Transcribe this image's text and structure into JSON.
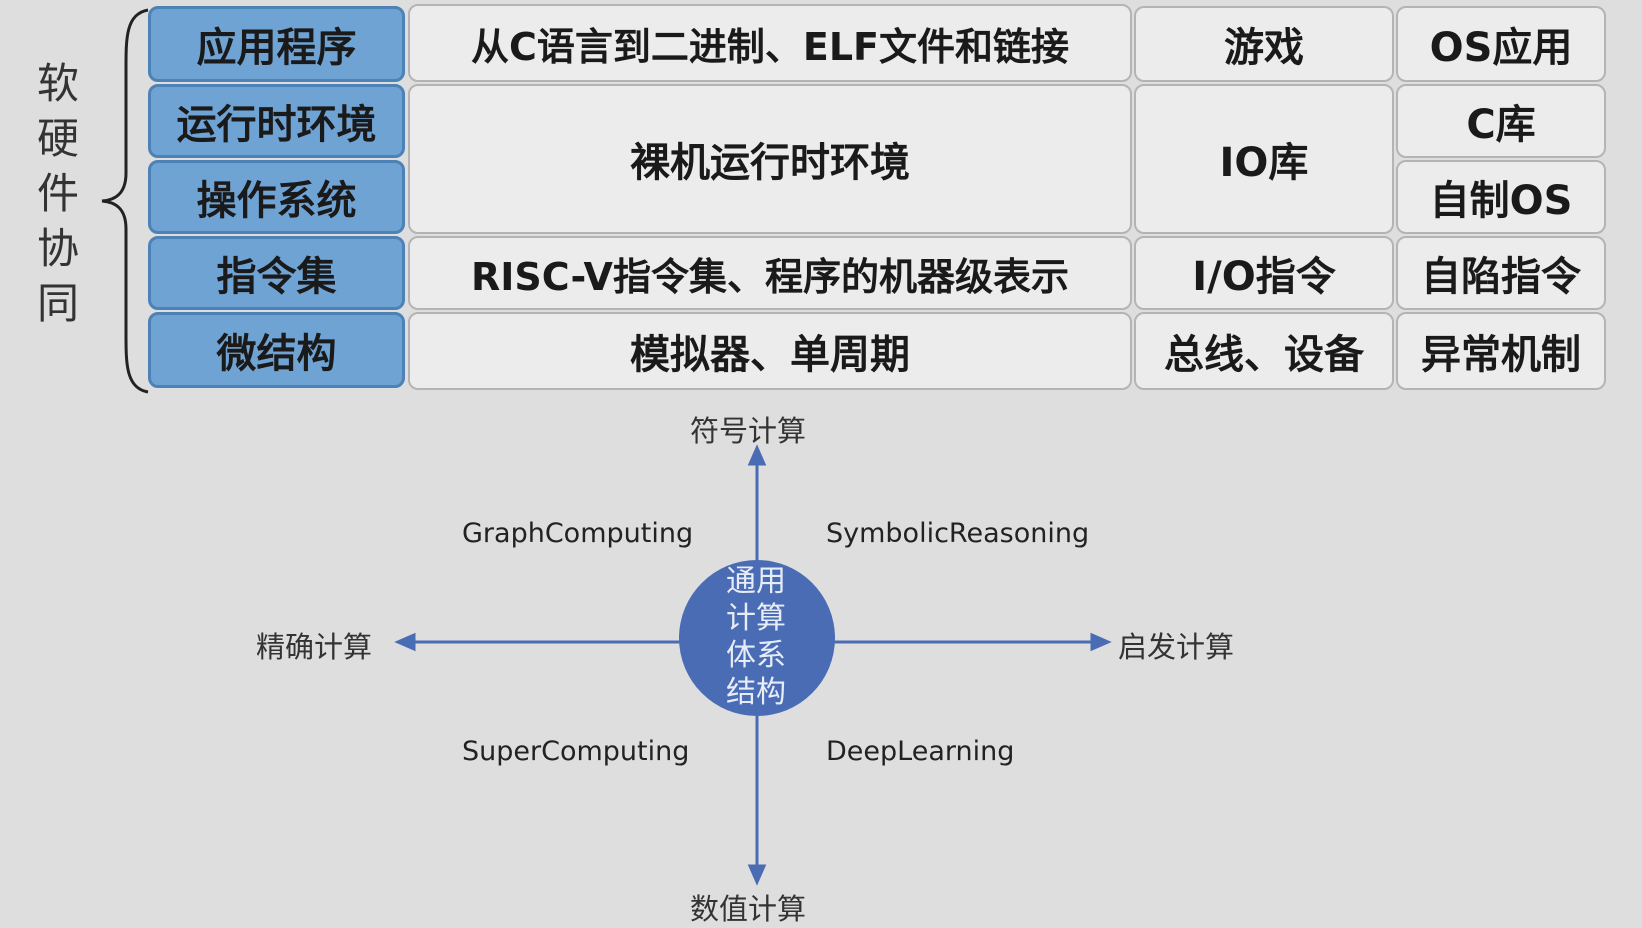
{
  "side_label": "软硬件协同",
  "rows": [
    {
      "layer": "应用程序",
      "content": "从C语言到二进制、ELF文件和链接",
      "col3": "游戏",
      "col4": "OS应用"
    },
    {
      "layer": "运行时环境",
      "content": "裸机运行时环境",
      "col3": "IO库",
      "col4": "C库"
    },
    {
      "layer": "操作系统",
      "col4": "自制OS"
    },
    {
      "layer": "指令集",
      "content": "RISC-V指令集、程序的机器级表示",
      "col3": "I/O指令",
      "col4": "自陷指令"
    },
    {
      "layer": "微结构",
      "content": "模拟器、单周期",
      "col3": "总线、设备",
      "col4": "异常机制"
    }
  ],
  "diagram": {
    "center": "通用计算体系结构",
    "axes": {
      "top": "符号计算",
      "bottom": "数值计算",
      "left": "精确计算",
      "right": "启发计算"
    },
    "quadrants": {
      "top_left": "GraphComputing",
      "top_right": "SymbolicReasoning",
      "bottom_left": "SuperComputing",
      "bottom_right": "DeepLearning"
    }
  },
  "colors": {
    "layer_fill": "#6fa3d4",
    "cell_fill": "#ececec",
    "diagram_blue": "#4a6cb5",
    "background": "#dedede"
  }
}
